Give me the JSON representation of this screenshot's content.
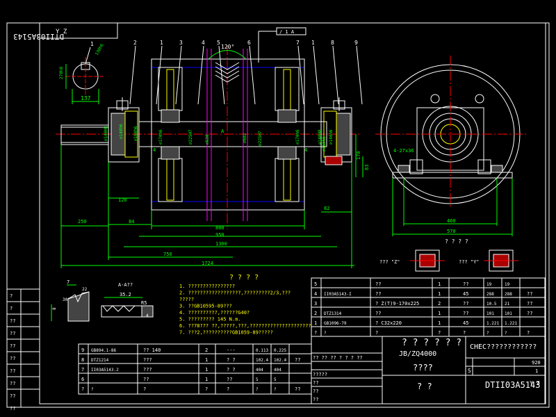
{
  "drawing": {
    "number_rotated": "DTII03A5143",
    "number_rotated_suffix": "Y Z",
    "number_bottom": "DTII03A5143",
    "number_bottom_suffix": "Y Z",
    "title_chars": "? ? ? ? ? ?",
    "standard": "JB/ZQ4000",
    "title_sub": "????",
    "title_bottom": "? ?",
    "company": "CHEC????????????"
  },
  "callouts": [
    "1",
    "2",
    "1",
    "3",
    "4",
    "5",
    "6",
    "7",
    "1",
    "8",
    "9"
  ],
  "angle_label": "120°",
  "dimensions": {
    "d_left_1": "⌀140H8",
    "d_left_2": "⌀140h6",
    "d_left_3": "⌀160h6",
    "d_hub_l": "⌀170h6",
    "d_bore_l": "⌀225H7",
    "d_drum": "⌀630",
    "d_mid": "⌀602",
    "d_mid2": "⌀225H7",
    "d_hub_r": "⌀170h6",
    "d_right_1": "⌀140H8",
    "d_right_2": "⌀140h6",
    "d_right_3": "⌀160h6",
    "d_key_l": "4",
    "d_key_r": "4",
    "len_key": "137",
    "key_w": "12",
    "key_d": "270h8",
    "key_b": "130h6",
    "shaft_dim": "120",
    "dim_250": "250",
    "dim_84": "84",
    "dim_800": "800",
    "dim_950": "950",
    "dim_1300": "1300",
    "dim_750": "750",
    "dim_1724": "1724",
    "dim_82": "82",
    "dim_170": "170",
    "dim_83": "83",
    "bolt": "4-27x36",
    "dim_460": "460",
    "dim_570": "570",
    "tol_box": "/ 1 A",
    "section_a": "A",
    "section_label": "A-A??",
    "dim_35_2": "35.2",
    "r5": "R5",
    "dim_8": "8",
    "dim_4": "4",
    "dim_7": "7",
    "dim_30": "30°",
    "dim_22": "22"
  },
  "views": {
    "title": "? ? ? ?",
    "z_label": "??? \"Z\"",
    "y_label": "??? \"Y\""
  },
  "notes": {
    "title": "? ? ? ?",
    "lines": [
      "1. ????????????????",
      "2. ??????????????????,?????????2/3,???",
      "   ?????",
      "3. ??GB10595-89???",
      "4. ??????????,??????G40?",
      "5. ?????????  145     N.m.",
      "6. ??78??? ??,?????,???,?????????????????????",
      "7. ???2,??????????GB1059-89?????"
    ]
  },
  "bom_upper": [
    {
      "no": "5",
      "code": "",
      "name": "??",
      "qty": "1",
      "mat": "??",
      "w1": "19",
      "w2": "19",
      "note": ""
    },
    {
      "no": "4",
      "code": "II03A5143-I",
      "name": "??",
      "qty": "1",
      "mat": "45",
      "w1": "288",
      "w2": "288",
      "note": "??"
    },
    {
      "no": "3",
      "code": "",
      "name": "? Z(T)9-170x225",
      "qty": "2",
      "mat": "??",
      "w1": "10.5",
      "w2": "21",
      "note": "??"
    },
    {
      "no": "2",
      "code": "DTZ1314",
      "name": "??",
      "qty": "1",
      "mat": "??",
      "w1": "101",
      "w2": "101",
      "note": "??"
    },
    {
      "no": "1",
      "code": "GB1096-79",
      "name": "? C32x220",
      "qty": "1",
      "mat": "45",
      "w1": "1.221",
      "w2": "1.221",
      "note": ""
    },
    {
      "no": "?",
      "code": "?",
      "name": "?",
      "qty": "?",
      "mat": "?",
      "w1": "?",
      "w2": "?",
      "note": "?"
    }
  ],
  "bom_lower": [
    {
      "no": "9",
      "code": "GB894.1-86",
      "name": "?? 140",
      "qty": "2",
      "mat": "---",
      "w1": "0.113",
      "w2": "0.225",
      "note": ""
    },
    {
      "no": "8",
      "code": "DTZ1214",
      "name": "???",
      "qty": "1",
      "mat": "?  ?",
      "w1": "102.4",
      "w2": "102.4",
      "note": "??"
    },
    {
      "no": "7",
      "code": "II03A5143.2",
      "name": "???",
      "qty": "1",
      "mat": "?  ?",
      "w1": "404",
      "w2": "404",
      "note": ""
    },
    {
      "no": "6",
      "code": "",
      "name": "??",
      "qty": "1",
      "mat": "??",
      "w1": "5",
      "w2": "5",
      "note": ""
    },
    {
      "no": "?",
      "code": "?",
      "name": "?",
      "qty": "?",
      "mat": "?",
      "w1": "?",
      "w2": "?",
      "note": "??"
    }
  ],
  "title_block": {
    "rev_row": "?? ?? ?? ? ? ? ??",
    "row_a": "?????",
    "row_b": "??",
    "row_c": "??",
    "row_d": "??",
    "s_label": "S",
    "weight": "920",
    "one": "1",
    "qm": "??",
    "qq": "??"
  },
  "left_table": [
    "?",
    "?",
    "??",
    "??",
    "??",
    "??",
    "??",
    "??",
    "??",
    "??"
  ],
  "colors": {
    "outline": "#ffffff",
    "dim": "#00ff00",
    "centerline": "#ff0000",
    "hidden": "#ff00ff",
    "body": "#ffff00",
    "blue": "#0000ff",
    "cyan": "#00ffff"
  }
}
